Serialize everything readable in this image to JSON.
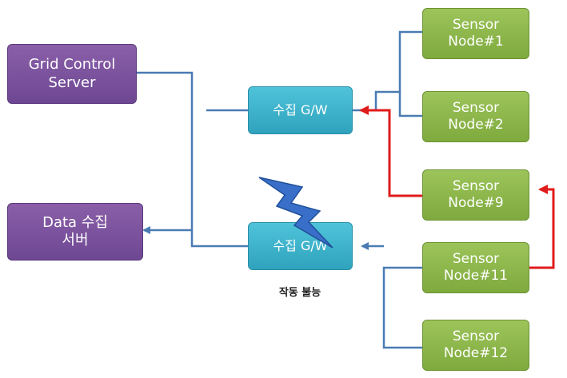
{
  "nodes": {
    "grid_control_server": "Grid Control\nServer",
    "data_server": "Data 수집\n서버",
    "gateway_top": "수집 G/W",
    "gateway_bottom": "수집 G/W",
    "sensor_1": "Sensor\nNode#1",
    "sensor_2": "Sensor\nNode#2",
    "sensor_9": "Sensor\nNode#9",
    "sensor_11": "Sensor\nNode#11",
    "sensor_12": "Sensor\nNode#12"
  },
  "caption": "작동 불능",
  "colors": {
    "server": "#7a519d",
    "gateway": "#3fb4cc",
    "sensor": "#8db94b",
    "link": "#4a7bb3",
    "fault_path": "#e01b1b",
    "lightning": "#3a6fc9"
  }
}
